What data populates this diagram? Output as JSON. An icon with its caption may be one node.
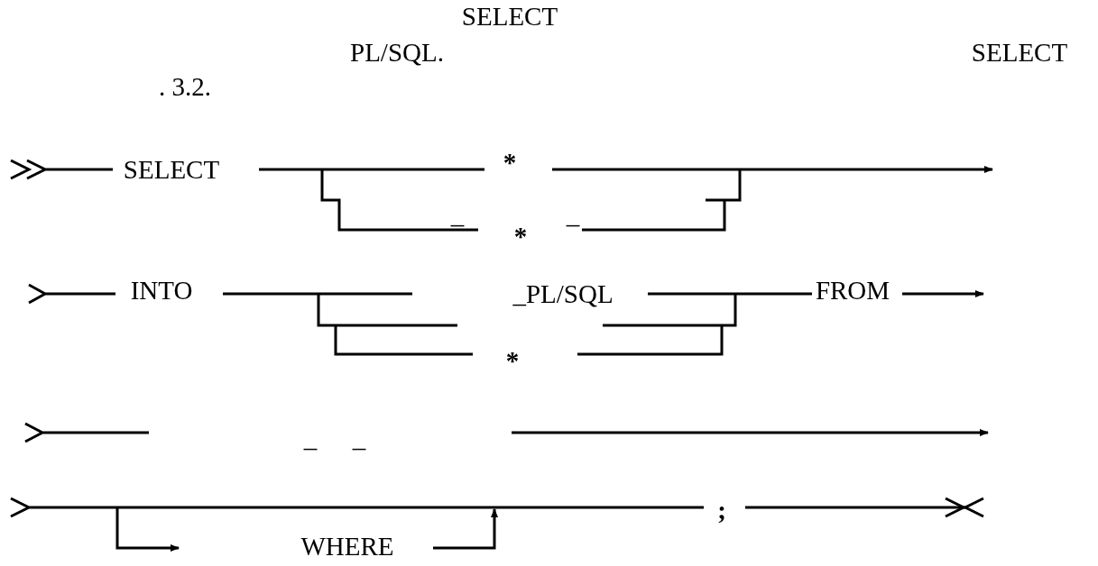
{
  "diagram": {
    "labels": [
      "SELECT",
      "PL/SQL.",
      "SELECT",
      ". 3.2.",
      "SELECT",
      "*",
      "_",
      "*",
      "_",
      "INTO",
      "_PL/SQL",
      "FROM",
      "*",
      "_",
      "_",
      ";",
      "WHERE"
    ]
  }
}
